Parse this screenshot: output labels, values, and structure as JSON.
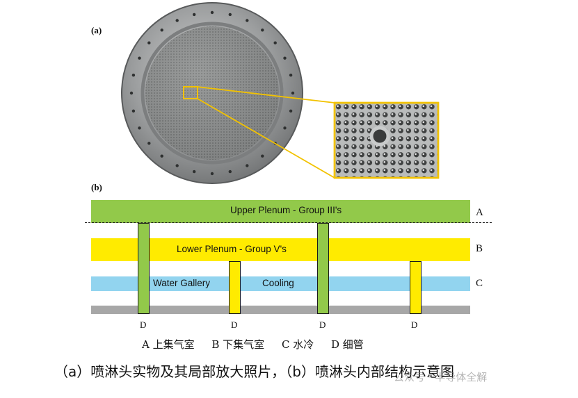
{
  "panels": {
    "a": "(a)",
    "b": "(b)"
  },
  "bands": {
    "upper": {
      "label": "Upper Plenum - Group III's",
      "letter": "A",
      "color": "#92c94a"
    },
    "lower": {
      "label": "Lower Plenum - Group V's",
      "letter": "B",
      "color": "#ffeb00"
    },
    "water": {
      "label_gallery": "Water Gallery",
      "label_cooling": "Cooling",
      "letter": "C",
      "color": "#92d4ef"
    },
    "base": {
      "color": "#a7a7a7"
    }
  },
  "tube_label": "D",
  "tube_colors": {
    "green": "#92c94a",
    "yellow": "#ffeb00"
  },
  "legend": [
    "A 上集气室",
    "B 下集气室",
    "C  水冷",
    "D  细管"
  ],
  "caption": "（a）喷淋头实物及其局部放大照片，（b）喷淋头内部结构示意图",
  "watermark": "公众号 · 半导体全解",
  "photo_colors": {
    "highlight": "#f2c200"
  }
}
